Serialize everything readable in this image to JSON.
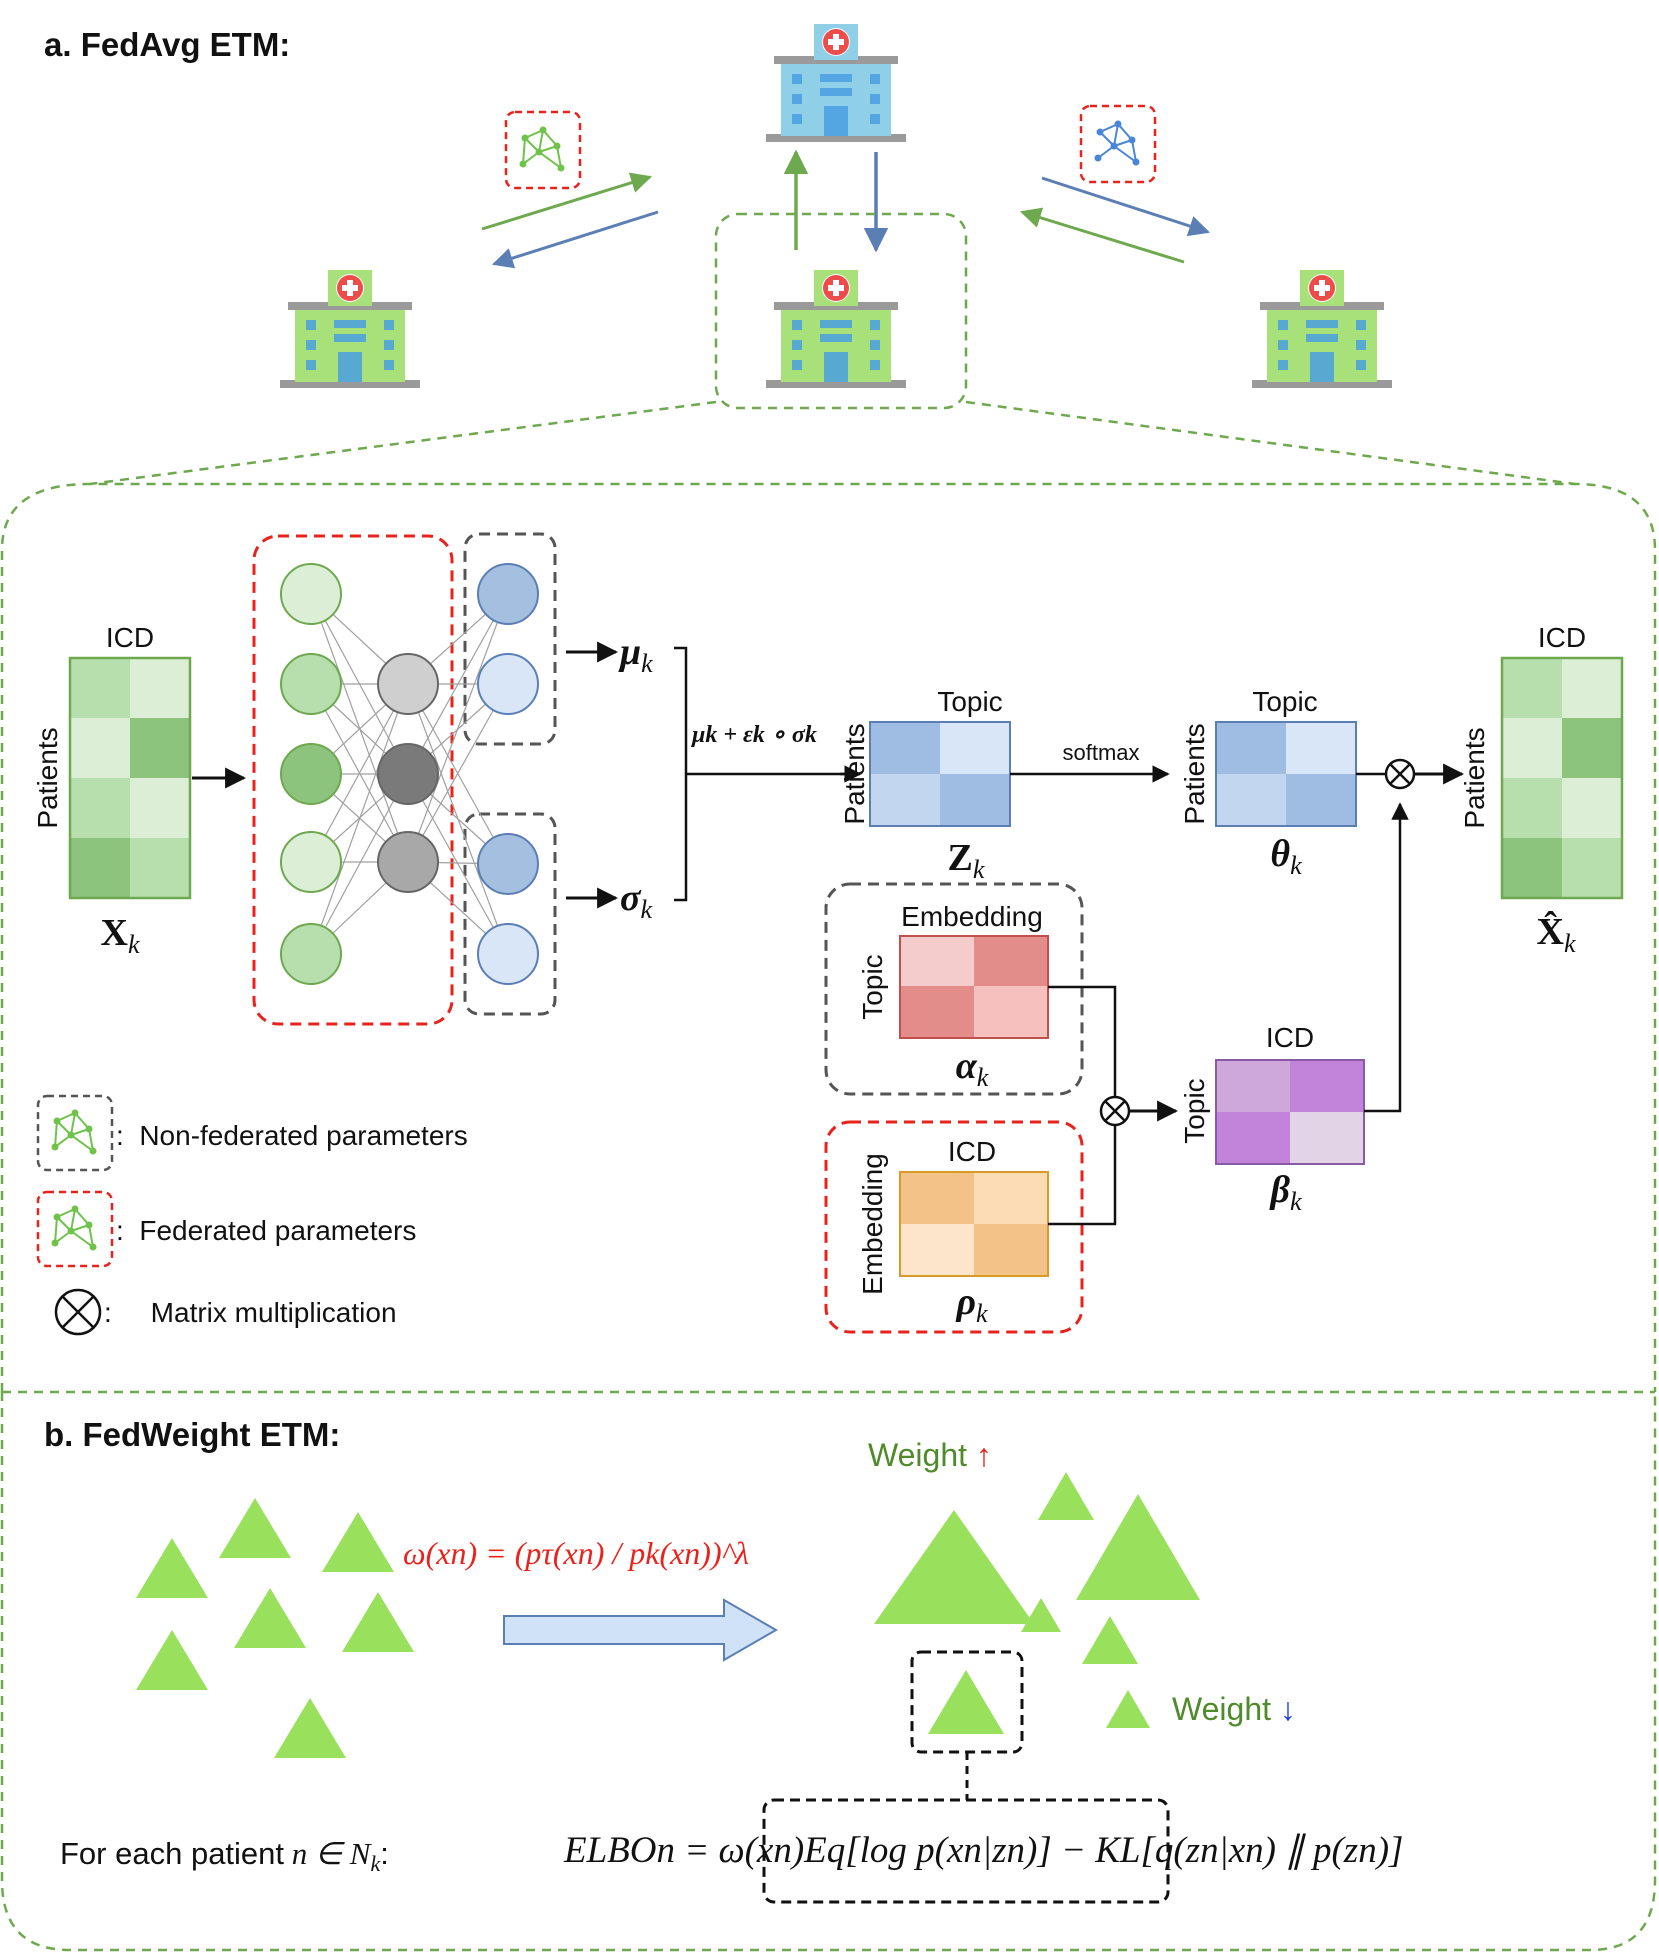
{
  "panel_a": {
    "title": "a. FedAvg ETM:",
    "input_matrix": {
      "top": "ICD",
      "side": "Patients",
      "var": "X",
      "sub": "k"
    },
    "mu": {
      "var": "μ",
      "sub": "k"
    },
    "sigma": {
      "var": "σ",
      "sub": "k"
    },
    "reparam": "μk + εk ∘ σk",
    "z_matrix": {
      "top": "Topic",
      "side": "Patients",
      "var": "Z",
      "sub": "k"
    },
    "softmax": "softmax",
    "theta_matrix": {
      "top": "Topic",
      "side": "Patients",
      "var": "θ",
      "sub": "k"
    },
    "output_matrix": {
      "top": "ICD",
      "side": "Patients",
      "var": "X̂",
      "sub": "k"
    },
    "alpha_matrix": {
      "top": "Embedding",
      "side": "Topic",
      "var": "α",
      "sub": "k"
    },
    "rho_matrix": {
      "top": "ICD",
      "side": "Embedding",
      "var": "ρ",
      "sub": "k"
    },
    "beta_matrix": {
      "top": "ICD",
      "side": "Topic",
      "var": "β",
      "sub": "k"
    },
    "legend": {
      "non_federated": ":  Non-federated parameters",
      "federated": ":  Federated parameters",
      "matmul": ":     Matrix multiplication"
    }
  },
  "panel_b": {
    "title": "b. FedWeight ETM:",
    "weight_formula": "ω(xn) = (pτ(xn) / pk(xn))^λ",
    "weight_up": "Weight",
    "weight_up_arrow": "↑",
    "weight_down": "Weight",
    "weight_down_arrow": "↓",
    "for_each": "For each patient",
    "elbo": "ELBOn = ω(xn)Eq[log p(xn|zn)] − KL[q(zn|xn) ∥ p(zn)]"
  },
  "colors": {
    "green_line": "#6ea84f",
    "blue_line": "#5b7fb5",
    "red_dash": "#e8231c",
    "gray_dash": "#555555",
    "triangle": "#99e05c",
    "hospital_top": "#8fd0e8",
    "hospital_other": "#a8e07a"
  },
  "icons": [
    "hospital-icon",
    "network-icon"
  ]
}
